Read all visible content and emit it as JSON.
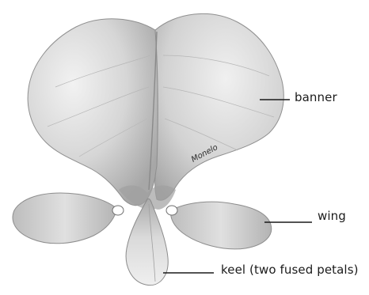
{
  "labels": {
    "banner": "banner",
    "wing": "wing",
    "keel": "keel (two fused petals)"
  },
  "signature": "Monelo",
  "colors": {
    "background": "#ffffff",
    "petal_fill": "#d9d9d9",
    "petal_shadow": "#9c9c9c",
    "line": "#1a1a1a"
  }
}
